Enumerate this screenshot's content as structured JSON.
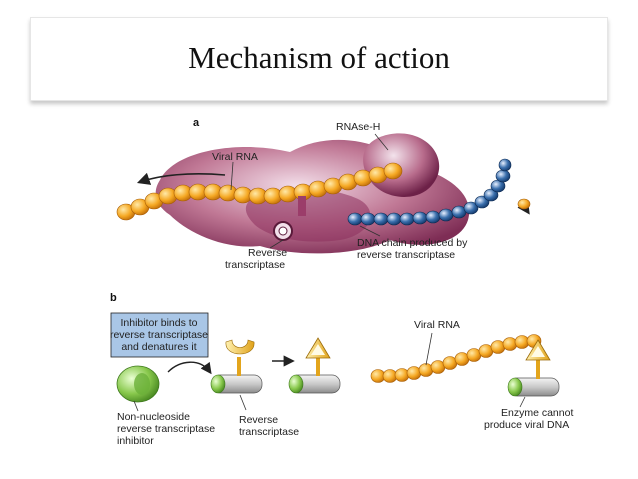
{
  "slide": {
    "title": "Mechanism of action"
  },
  "panel_a": {
    "letter": "a",
    "labels": {
      "rnase_h": "RNAse-H",
      "viral_rna": "Viral RNA",
      "reverse_transcriptase": [
        "Reverse",
        "transcriptase"
      ],
      "dna_chain": [
        "DNA chain produced by",
        "reverse transcriptase"
      ]
    }
  },
  "panel_b": {
    "letter": "b",
    "inhibitor_box": [
      "Inhibitor binds to",
      "reverse transcriptase",
      "and denatures it"
    ],
    "labels": {
      "nnrti": [
        "Non-nucleoside",
        "reverse transcriptase",
        "inhibitor"
      ],
      "reverse_transcriptase": [
        "Reverse",
        "transcriptase"
      ],
      "viral_rna": "Viral RNA",
      "enzyme_cannot": [
        "Enzyme cannot",
        "produce viral DNA"
      ]
    }
  },
  "colors": {
    "enzyme": "#b0607f",
    "rna_bead": "#f0a21c",
    "dna_bead": "#2a5f9a",
    "inhibitor": "#7cc043",
    "box_fill": "#a9c6e6"
  }
}
